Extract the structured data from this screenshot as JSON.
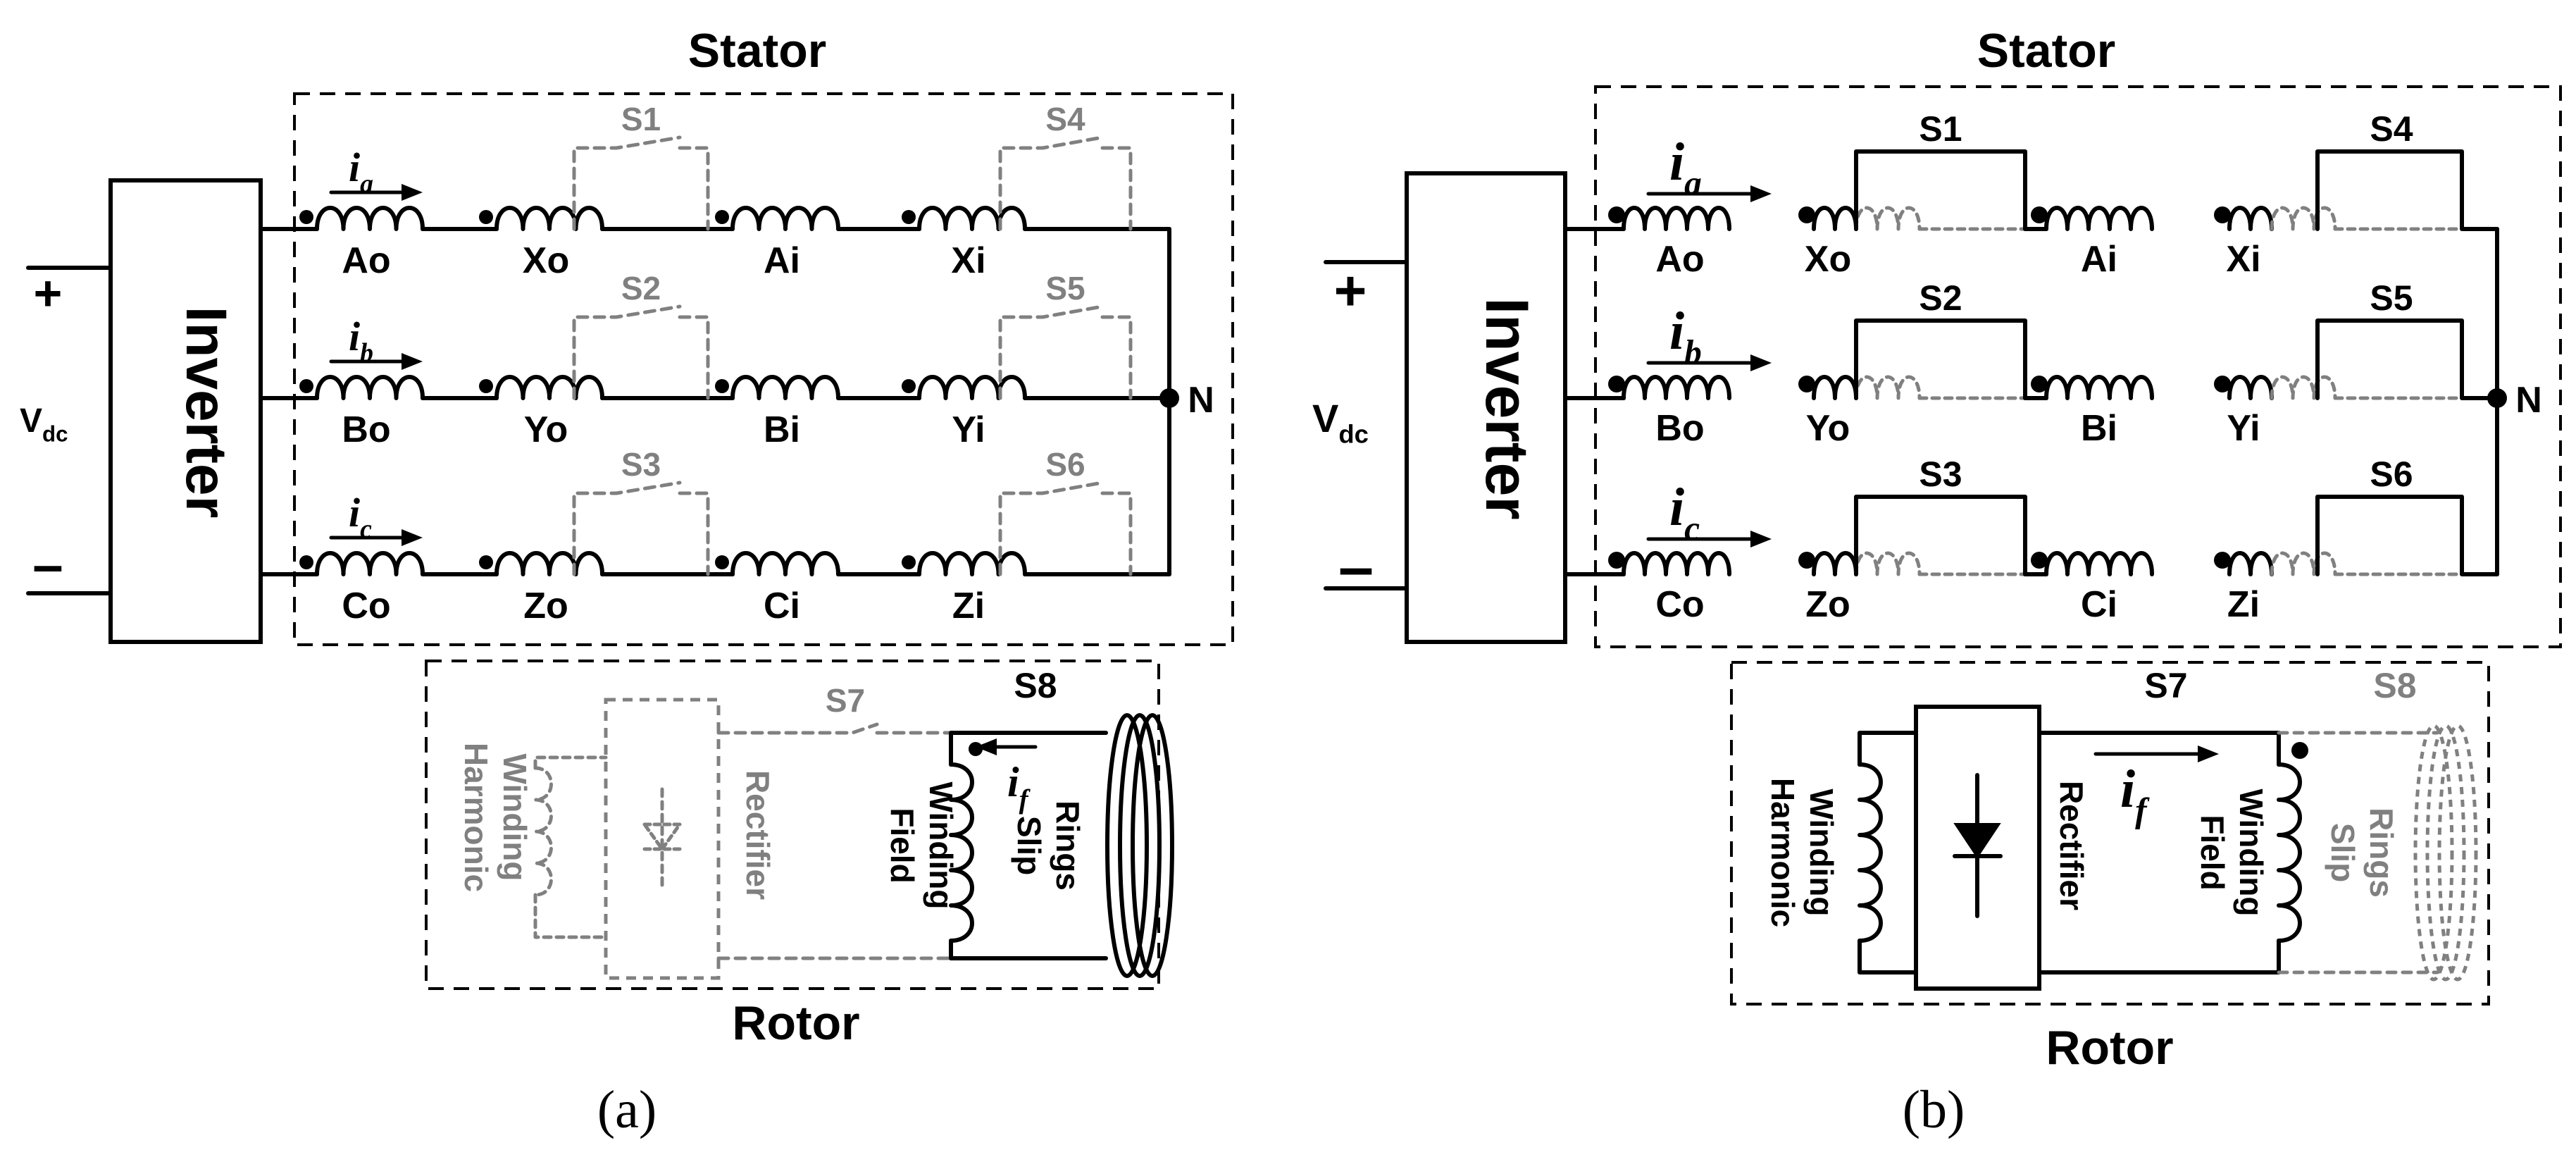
{
  "colors": {
    "active": "#000000",
    "inactive": "#808080"
  },
  "panels": [
    {
      "caption": "(a)",
      "stator_label": "Stator",
      "rotor_label": "Rotor",
      "inverter_label": "Inverter",
      "plus": "+",
      "minus": "–",
      "vdc": "V",
      "vdc_sub": "dc",
      "neutral": "N",
      "phases": [
        {
          "current": "i",
          "current_sub": "a",
          "coils": [
            "Ao",
            "Xo",
            "Ai",
            "Xi"
          ],
          "switch_mid": "S1",
          "switch_end": "S4"
        },
        {
          "current": "i",
          "current_sub": "b",
          "coils": [
            "Bo",
            "Yo",
            "Bi",
            "Yi"
          ],
          "switch_mid": "S2",
          "switch_end": "S5"
        },
        {
          "current": "i",
          "current_sub": "c",
          "coils": [
            "Co",
            "Zo",
            "Ci",
            "Zi"
          ],
          "switch_mid": "S3",
          "switch_end": "S6"
        }
      ],
      "rotor": {
        "harmonic": [
          "Harmonic",
          "Winding"
        ],
        "rectifier": "Rectifier",
        "field": [
          "Field",
          "Winding"
        ],
        "slip": [
          "Slip",
          "Rings"
        ],
        "s7": "S7",
        "s8": "S8",
        "if": "i",
        "if_sub": "f"
      }
    },
    {
      "caption": "(b)",
      "stator_label": "Stator",
      "rotor_label": "Rotor",
      "inverter_label": "Inverter",
      "plus": "+",
      "minus": "–",
      "vdc": "V",
      "vdc_sub": "dc",
      "neutral": "N",
      "phases": [
        {
          "current": "i",
          "current_sub": "a",
          "coils": [
            "Ao",
            "Xo",
            "Ai",
            "Xi"
          ],
          "switch_mid": "S1",
          "switch_end": "S4"
        },
        {
          "current": "i",
          "current_sub": "b",
          "coils": [
            "Bo",
            "Yo",
            "Bi",
            "Yi"
          ],
          "switch_mid": "S2",
          "switch_end": "S5"
        },
        {
          "current": "i",
          "current_sub": "c",
          "coils": [
            "Co",
            "Zo",
            "Ci",
            "Zi"
          ],
          "switch_mid": "S3",
          "switch_end": "S6"
        }
      ],
      "rotor": {
        "harmonic": [
          "Harmonic",
          "Winding"
        ],
        "rectifier": "Rectifier",
        "field": [
          "Field",
          "Winding"
        ],
        "slip": [
          "Slip",
          "Rings"
        ],
        "s7": "S7",
        "s8": "S8",
        "if": "i",
        "if_sub": "f"
      }
    }
  ]
}
